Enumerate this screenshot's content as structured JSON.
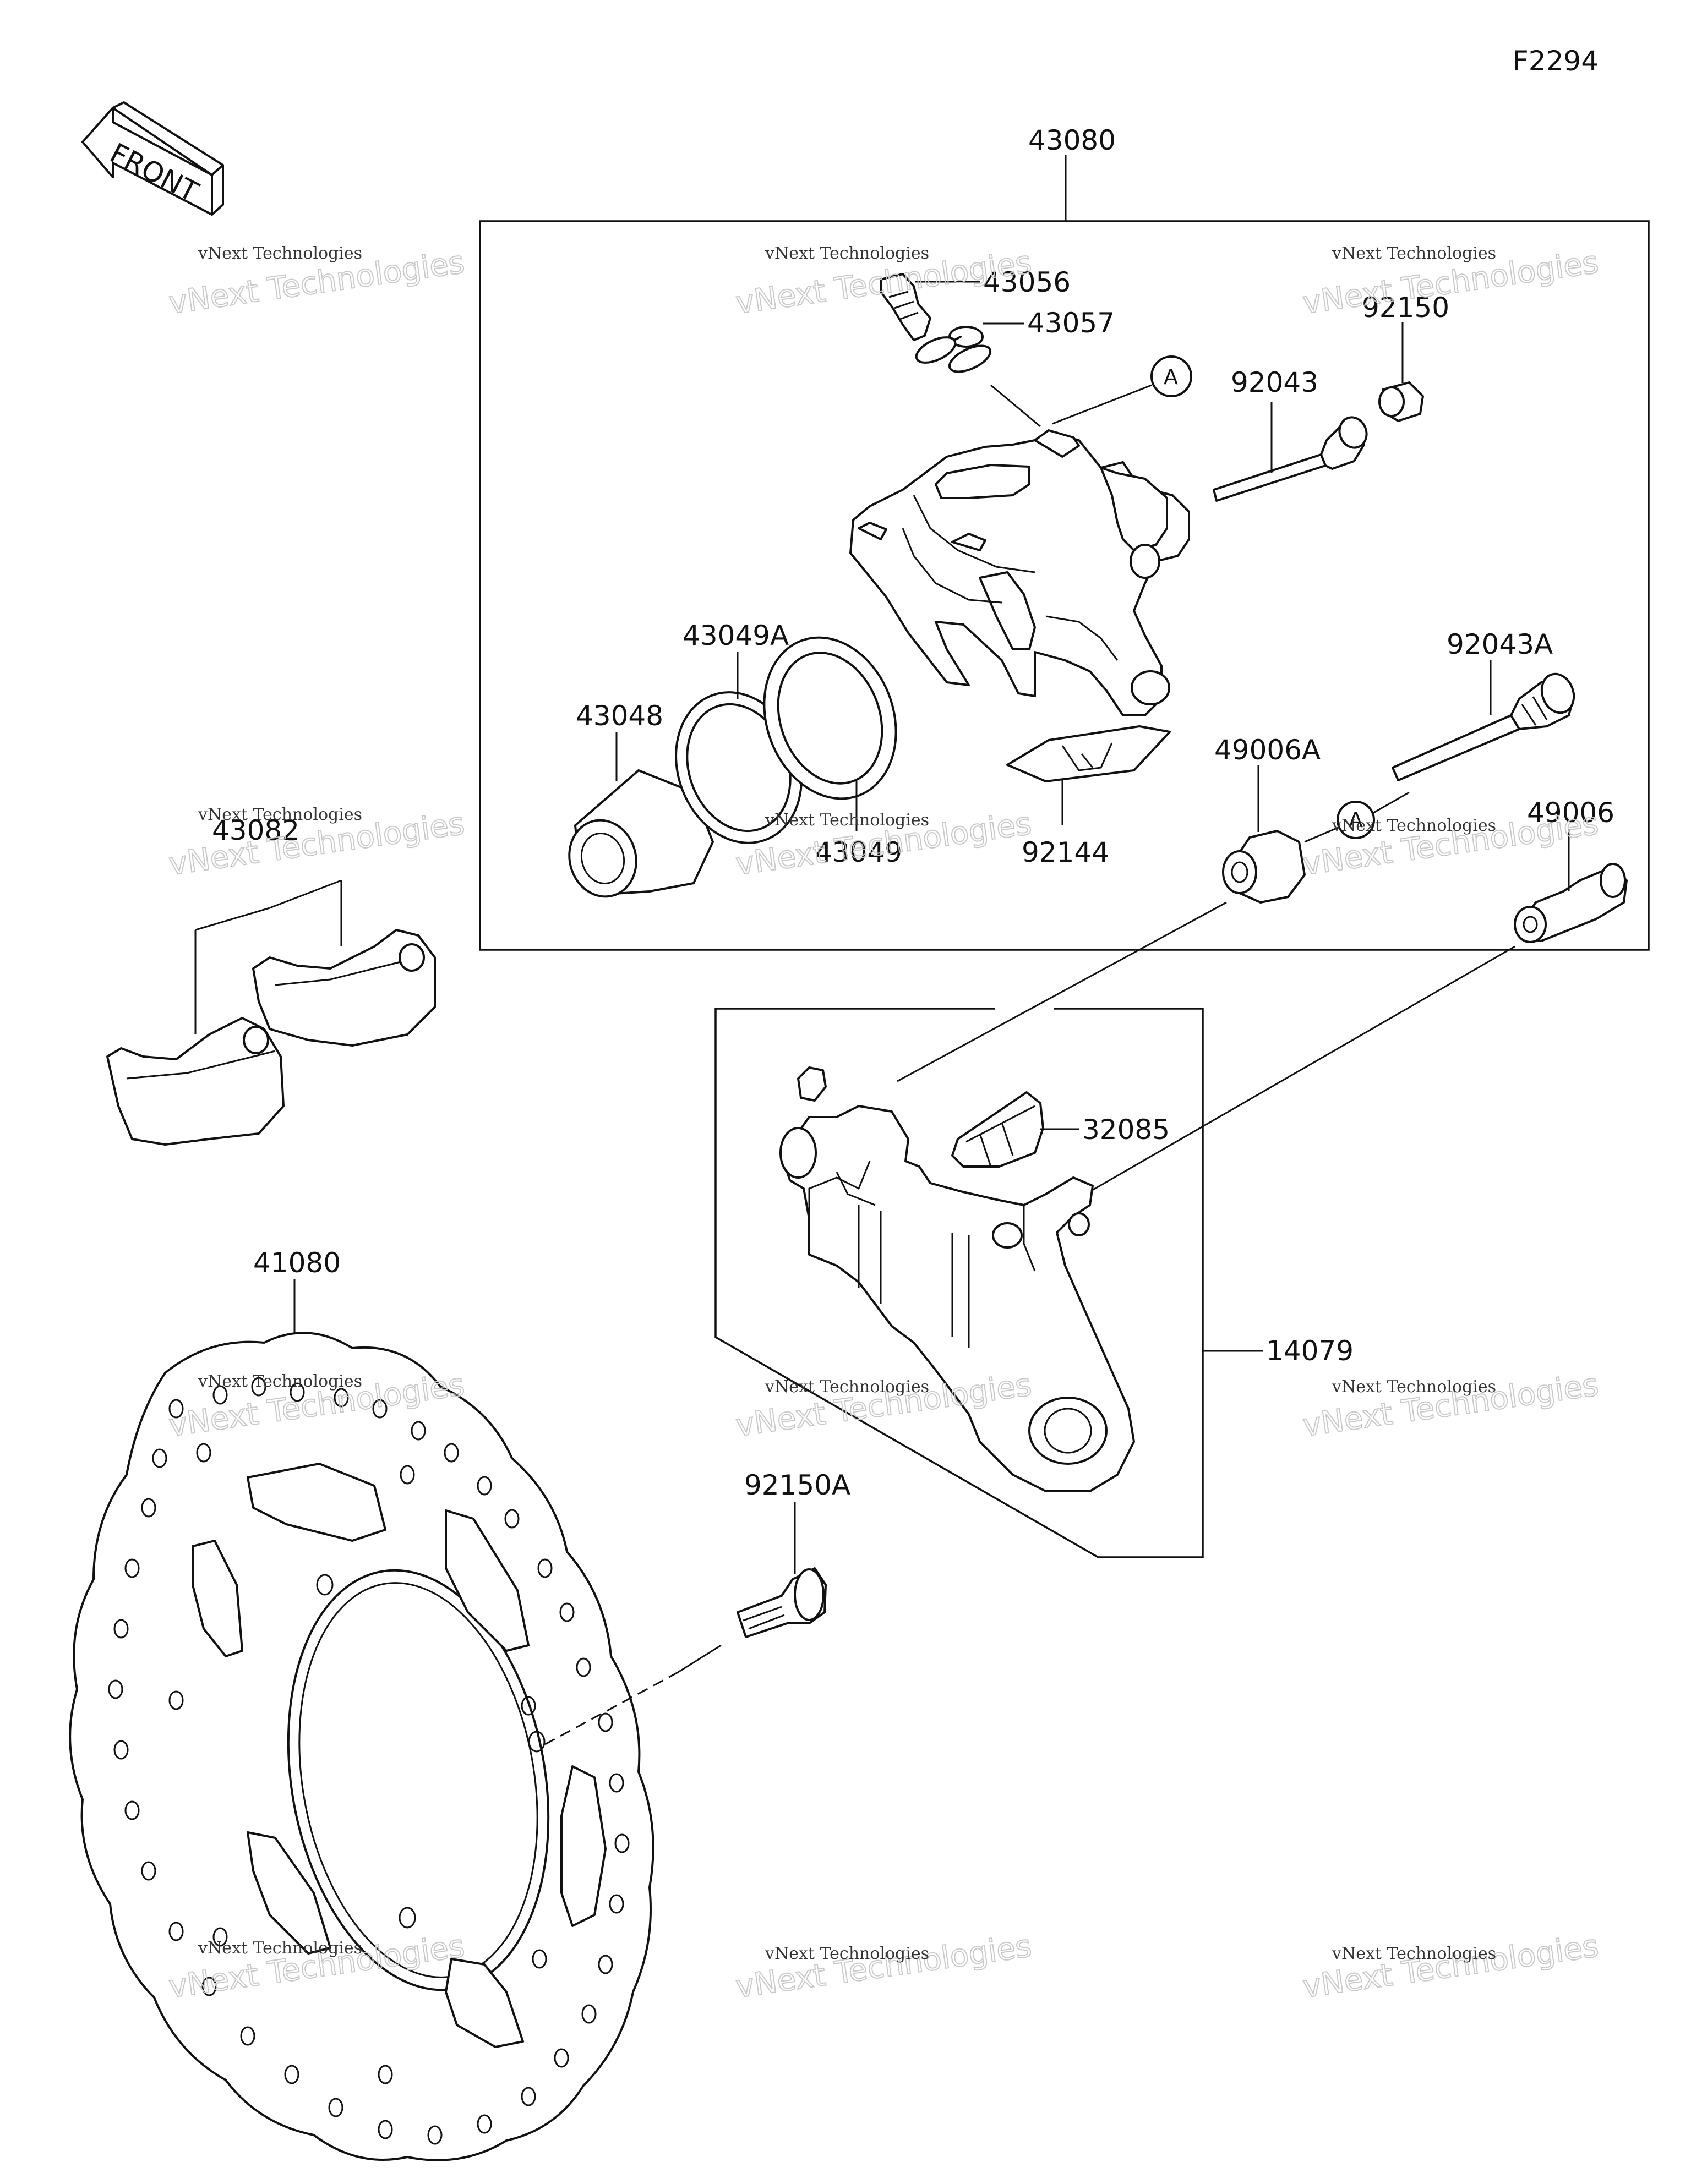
{
  "figure_code": "F2294",
  "front_label": "FRONT",
  "part_labels": {
    "p43080": "43080",
    "p43056": "43056",
    "p43057": "43057",
    "p92150": "92150",
    "p92043": "92043",
    "p43049A": "43049A",
    "p43048": "43048",
    "p43049": "43049",
    "p92144": "92144",
    "p92043A": "92043A",
    "p49006A": "49006A",
    "p49006": "49006",
    "p43082": "43082",
    "p32085": "32085",
    "p14079": "14079",
    "p41080": "41080",
    "p92150A": "92150A"
  },
  "ref_marker": "A",
  "watermark": {
    "line1": "vNext Technologies",
    "line2": "vNext Technologies"
  }
}
